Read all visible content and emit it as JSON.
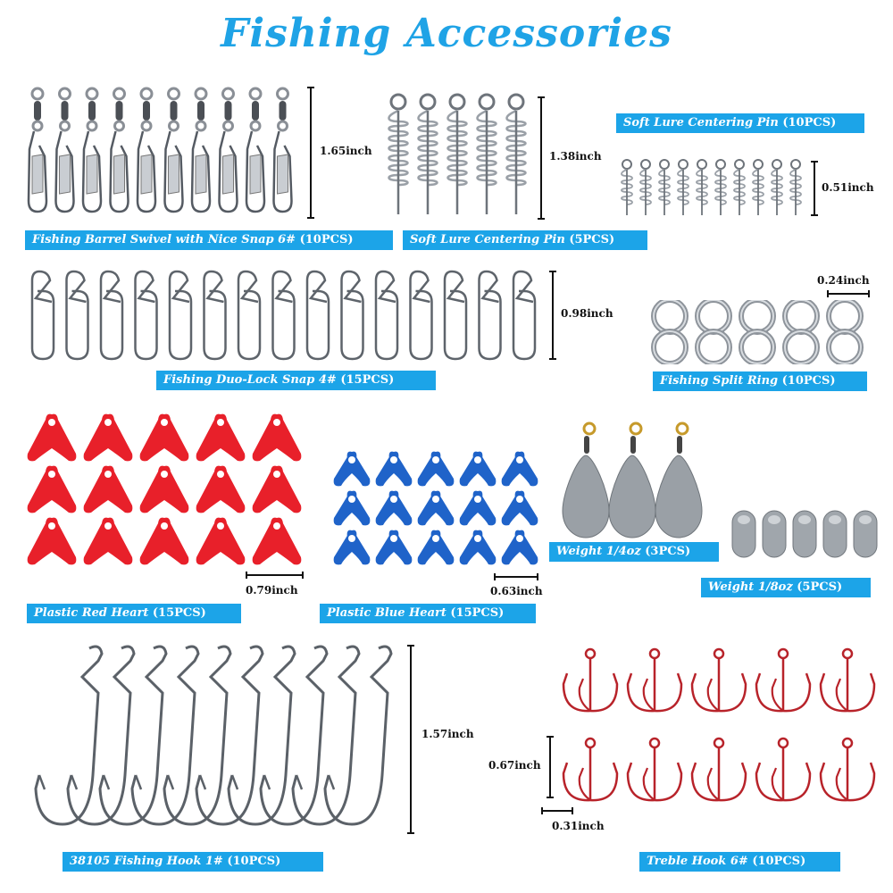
{
  "title": "Fishing Accessories",
  "colors": {
    "accent": "#1ca4e8",
    "title": "#1fa3e6",
    "red_heart": "#e8202a",
    "blue_heart": "#1f63c9",
    "treble": "#b8232a",
    "metal": "#8a8f96"
  },
  "sections": {
    "swivel": {
      "label": "Fishing Barrel Swivel with Nice Snap 6#",
      "qty": "(10PCS)",
      "dim": "1.65inch",
      "count": 10
    },
    "centering_5": {
      "label": "Soft Lure Centering Pin",
      "qty": "(5PCS)",
      "dim": "1.38inch",
      "count": 5
    },
    "centering_10": {
      "label": "Soft Lure Centering Pin",
      "qty": "(10PCS)",
      "dim": "0.51inch",
      "count": 10
    },
    "duolock": {
      "label": "Fishing Duo-Lock Snap 4#",
      "qty": "(15PCS)",
      "dim": "0.98inch",
      "count": 15
    },
    "splitring": {
      "label": "Fishing Split Ring",
      "qty": "(10PCS)",
      "dim": "0.24inch",
      "count": 10
    },
    "red_heart": {
      "label": "Plastic Red Heart",
      "qty": "(15PCS)",
      "dim": "0.79inch",
      "count": 15
    },
    "blue_heart": {
      "label": "Plastic Blue Heart",
      "qty": "(15PCS)",
      "dim": "0.63inch",
      "count": 15
    },
    "weight_quarter": {
      "label": "Weight 1/4oz",
      "qty": "(3PCS)",
      "count": 3
    },
    "weight_eighth": {
      "label": "Weight 1/8oz",
      "qty": "(5PCS)",
      "count": 5
    },
    "hook": {
      "label": "38105 Fishing Hook 1#",
      "qty": "(10PCS)",
      "dim": "1.57inch",
      "count": 10
    },
    "treble": {
      "label": "Treble Hook 6#",
      "qty": "(10PCS)",
      "dim_h": "0.67inch",
      "dim_w": "0.31inch",
      "count": 10
    }
  }
}
